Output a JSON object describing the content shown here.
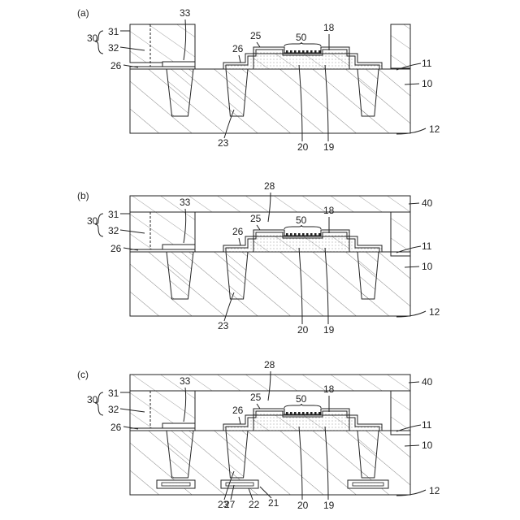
{
  "figure": {
    "panels": [
      {
        "id": "a",
        "label": "(a)",
        "has_cap": false,
        "has_bottom_pads": false,
        "labels": {
          "l30": "30",
          "l31": "31",
          "l32": "32",
          "l33": "33",
          "l26a": "26",
          "l26b": "26",
          "l25": "25",
          "l50": "50",
          "l18": "18",
          "l11": "11",
          "l10": "10",
          "l12": "12",
          "l23": "23",
          "l20": "20",
          "l19": "19"
        }
      },
      {
        "id": "b",
        "label": "(b)",
        "has_cap": true,
        "has_bottom_pads": false,
        "labels": {
          "l30": "30",
          "l31": "31",
          "l32": "32",
          "l33": "33",
          "l26a": "26",
          "l26b": "26",
          "l25": "25",
          "l50": "50",
          "l18": "18",
          "l11": "11",
          "l10": "10",
          "l12": "12",
          "l23": "23",
          "l20": "20",
          "l19": "19",
          "l28": "28",
          "l40": "40"
        }
      },
      {
        "id": "c",
        "label": "(c)",
        "has_cap": true,
        "has_bottom_pads": true,
        "labels": {
          "l30": "30",
          "l31": "31",
          "l32": "32",
          "l33": "33",
          "l26a": "26",
          "l26b": "26",
          "l25": "25",
          "l50": "50",
          "l18": "18",
          "l11": "11",
          "l10": "10",
          "l12": "12",
          "l23": "23",
          "l20": "20",
          "l19": "19",
          "l28": "28",
          "l40": "40",
          "l27": "27",
          "l22": "22",
          "l21": "21"
        }
      }
    ]
  }
}
